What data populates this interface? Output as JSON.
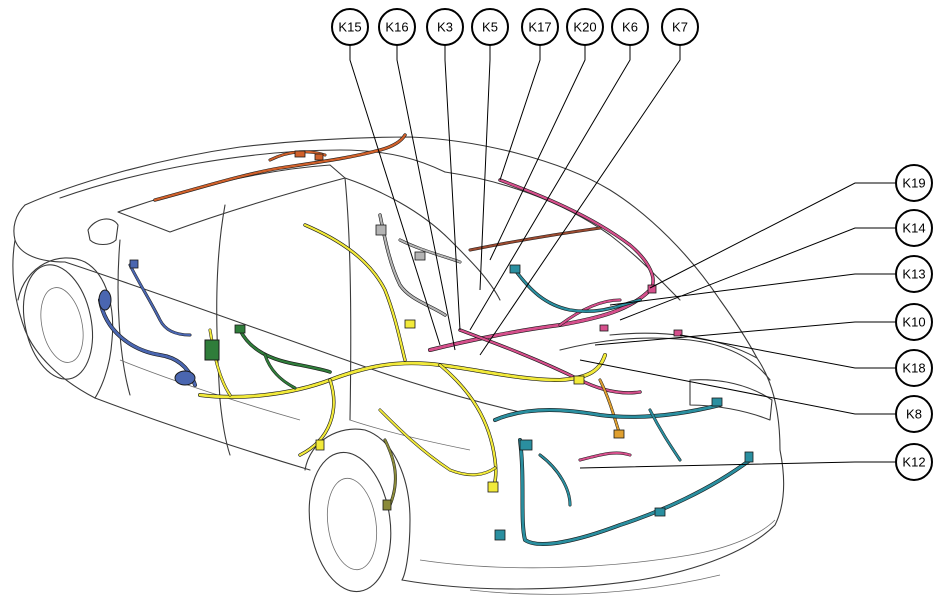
{
  "colors": {
    "outline": "#1a1a1a",
    "yellow": "#f2ea3a",
    "teal": "#2a8fa0",
    "pink": "#d64f8c",
    "blue": "#4a66b0",
    "green": "#2f7d3a",
    "orange": "#d0602a",
    "gray": "#b4b4b4",
    "olive": "#8a8a3a",
    "brown": "#9a4a30"
  },
  "callouts": [
    {
      "id": "K15",
      "label": "K15"
    },
    {
      "id": "K16",
      "label": "K16"
    },
    {
      "id": "K3",
      "label": "K3"
    },
    {
      "id": "K5",
      "label": "K5"
    },
    {
      "id": "K17",
      "label": "K17"
    },
    {
      "id": "K20",
      "label": "K20"
    },
    {
      "id": "K6",
      "label": "K6"
    },
    {
      "id": "K7",
      "label": "K7"
    },
    {
      "id": "K19",
      "label": "K19"
    },
    {
      "id": "K14",
      "label": "K14"
    },
    {
      "id": "K13",
      "label": "K13"
    },
    {
      "id": "K10",
      "label": "K10"
    },
    {
      "id": "K18",
      "label": "K18"
    },
    {
      "id": "K8",
      "label": "K8"
    },
    {
      "id": "K12",
      "label": "K12"
    }
  ]
}
